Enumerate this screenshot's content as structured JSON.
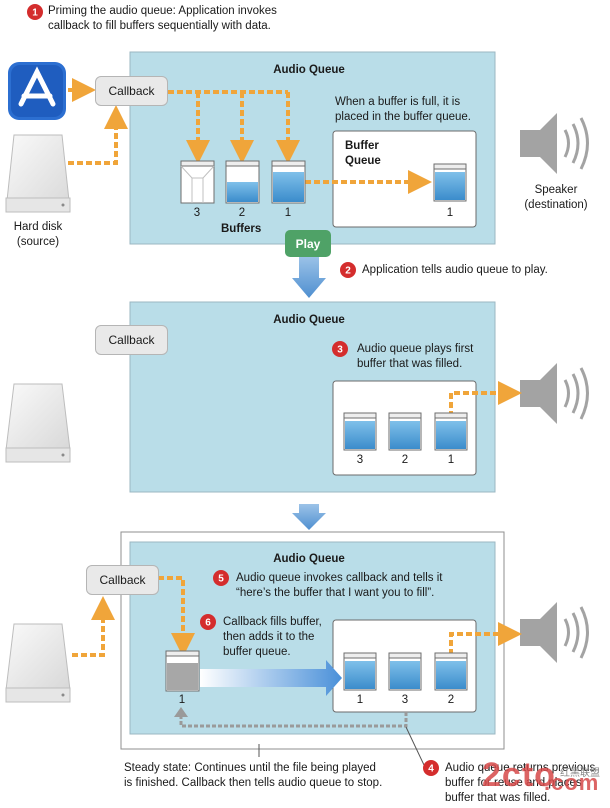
{
  "steps": {
    "s1": {
      "num": "1",
      "text": [
        "Priming the audio queue: Application invokes",
        "callback to fill buffers sequentially with data."
      ]
    },
    "s2": {
      "num": "2",
      "text": [
        "Application tells audio queue to play."
      ]
    },
    "s3": {
      "num": "3",
      "text": [
        "Audio queue plays first",
        "buffer that was filled."
      ]
    },
    "s4": {
      "num": "4",
      "text": [
        "Audio queue returns previous",
        "buffer for reuse and places",
        "buffer that was filled."
      ]
    },
    "s5": {
      "num": "5",
      "text": [
        "Audio queue invokes callback and tells it",
        "“here’s the buffer that I want you to fill”."
      ]
    },
    "s6": {
      "num": "6",
      "text": [
        "Callback fills buffer,",
        "then adds it to the",
        "buffer queue."
      ]
    }
  },
  "panel_title": "Audio Queue",
  "callback_label": "Callback",
  "play_label": "Play",
  "buffers_label": "Buffers",
  "buffer_queue_label": [
    "Buffer",
    "Queue"
  ],
  "buffer_full_text": [
    "When a buffer is full, it is",
    "placed in the buffer queue."
  ],
  "hard_disk_label": [
    "Hard disk",
    "(source)"
  ],
  "speaker_label": [
    "Speaker",
    "(destination)"
  ],
  "buffer_numbers": {
    "panel1_buffers": [
      "3",
      "2",
      "1"
    ],
    "panel1_queue": [
      "1"
    ],
    "panel2_queue": [
      "3",
      "2",
      "1"
    ],
    "panel3_current": [
      "1"
    ],
    "panel3_queue": [
      "1",
      "3",
      "2"
    ]
  },
  "steady_state_text": [
    "Steady state: Continues until the file being played",
    "is finished. Callback then tells audio queue to stop."
  ],
  "watermark": {
    "left": "2cto",
    "right": ".com",
    "sub": "红黑联盟"
  },
  "colors": {
    "panel_fill": "#b9dde8",
    "panel_border": "#9bb7c2",
    "arrow_orange": "#f0a53a",
    "arrow_blue": "#6fa4d8",
    "badge_red": "#d42d2d",
    "water_blue": "#4b9bd6",
    "play_green": "#4fa267"
  }
}
